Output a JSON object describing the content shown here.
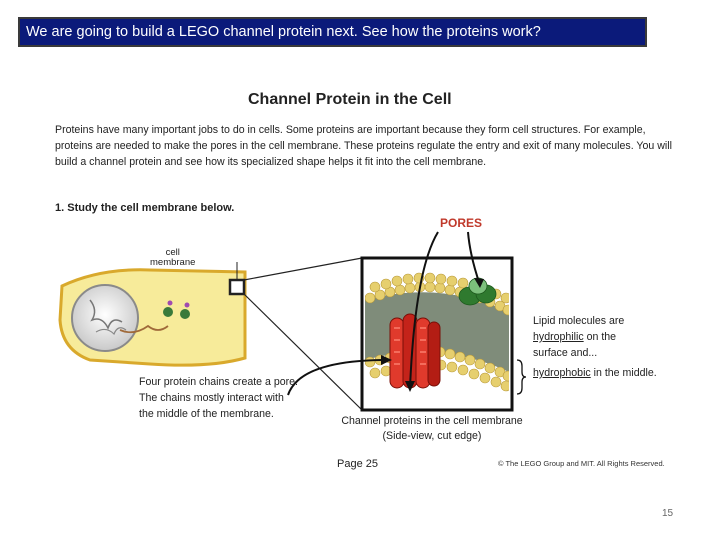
{
  "banner": "We are going to build a LEGO channel protein next.   See how the proteins work?",
  "worksheet": {
    "title": "Channel Protein in the Cell",
    "intro": "Proteins have many important jobs to do in cells. Some proteins are important because they form cell structures. For example, proteins are needed to make the pores in the cell membrane. These proteins regulate the entry and exit of many molecules. You will build a channel protein and see how its specialized shape helps it fit into the cell membrane.",
    "step": "1. Study the cell membrane below.",
    "labels": {
      "pores": "PORES",
      "cell_membrane_line1": "cell",
      "cell_membrane_line2": "membrane",
      "lipid_line1": "Lipid molecules are",
      "hydrophilic": "hydrophilic",
      "lipid_on_the": " on the",
      "lipid_line3": "surface and...",
      "hydrophobic": "hydrophobic",
      "in_middle": " in the middle.",
      "four_chains": "Four protein chains create a pore.  The chains mostly interact with the middle of the membrane.",
      "caption_line1": "Channel proteins in the cell membrane",
      "caption_line2": "(Side-view, cut edge)"
    },
    "page": "Page 25",
    "copyright": "© The LEGO Group and MIT.  All Rights Reserved."
  },
  "slide_number": "15",
  "colors": {
    "banner_bg": "#0b1a7a",
    "cell_fill": "#f7eb9a",
    "cell_border": "#d9a92c",
    "lipid_head": "#e6cf6e",
    "membrane_core": "#7f8c7a",
    "channel_protein": "#d62c1f",
    "surface_protein": "#4e9a4e",
    "pores_label": "#c0392b"
  }
}
